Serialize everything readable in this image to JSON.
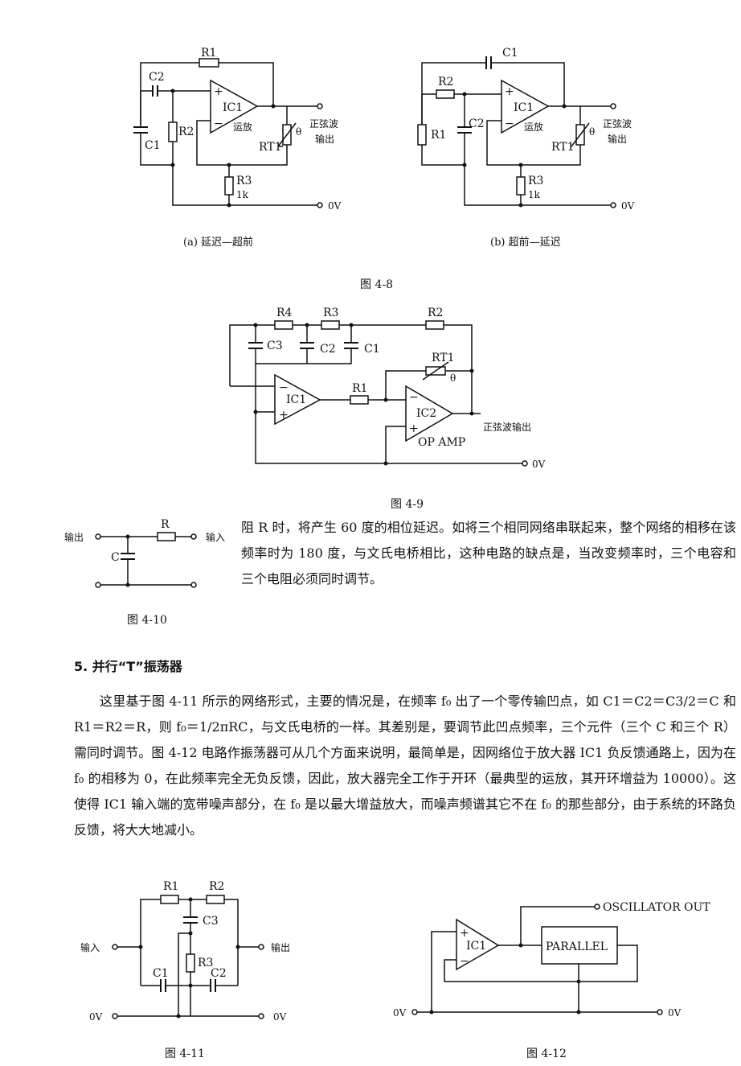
{
  "fig48": {
    "a": {
      "R1": "R1",
      "C2": "C2",
      "C1": "C1",
      "R2": "R2",
      "IC1": "IC1",
      "amp": "运放",
      "RT1": "RT1",
      "theta": "θ",
      "out1": "正弦波",
      "out2": "输出",
      "R3": "R3",
      "R3v": "1k",
      "zero": "0V",
      "plus": "+",
      "minus": "−",
      "caption": "(a) 延迟—超前"
    },
    "b": {
      "C1": "C1",
      "R2": "R2",
      "R1": "R1",
      "C2": "C2",
      "IC1": "IC1",
      "amp": "运放",
      "RT1": "RT1",
      "theta": "θ",
      "out1": "正弦波",
      "out2": "输出",
      "R3": "R3",
      "R3v": "1k",
      "zero": "0V",
      "plus": "+",
      "minus": "−",
      "caption": "(b) 超前—延迟"
    },
    "title": "图 4-8"
  },
  "fig49": {
    "R4": "R4",
    "R3": "R3",
    "R2": "R2",
    "C3": "C3",
    "C2": "C2",
    "C1": "C1",
    "RT1": "RT1",
    "theta": "θ",
    "IC1": "IC1",
    "R1": "R1",
    "IC2": "IC2",
    "opamp": "OP AMP",
    "out": "正弦波输出",
    "zero": "0V",
    "minus": "−",
    "plus": "+",
    "title": "图 4-9"
  },
  "fig410": {
    "out": "输出",
    "R": "R",
    "in": "输入",
    "C": "C",
    "title": "图 4-10"
  },
  "text1": "阻 R 时，将产生 60 度的相位延迟。如将三个相同网络串联起来，整个网络的相移在该频率时为 180 度，与文氏电桥相比，这种电路的缺点是，当改变频率时，三个电容和三个电阻必须同时调节。",
  "heading": "5. 并行“T”振荡器",
  "text2": "这里基于图 4-11 所示的网络形式，主要的情况是，在频率 f₀ 出了一个零传输凹点，如 C1＝C2＝C3/2＝C 和 R1＝R2＝R，则 f₀＝1/2πRC，与文氏电桥的一样。其差别是，要调节此凹点频率，三个元件（三个 C 和三个 R）需同时调节。图 4-12 电路作振荡器可从几个方面来说明，最简单是，因网络位于放大器 IC1 负反馈通路上，因为在 f₀ 的相移为 0，在此频率完全无负反馈，因此，放大器完全工作于开环（最典型的运放，其开环增益为 10000）。这使得 IC1 输入端的宽带噪声部分，在 f₀ 是以最大增益放大，而噪声频谱其它不在 f₀ 的那些部分，由于系统的环路负反馈，将大大地减小。",
  "fig411": {
    "R1": "R1",
    "R2": "R2",
    "C3": "C3",
    "in": "输入",
    "out": "输出",
    "R3": "R3",
    "C1": "C1",
    "C2": "C2",
    "zero1": "0V",
    "zero2": "0V",
    "title": "图 4-11"
  },
  "fig412": {
    "osc": "OSCILLATOR OUT",
    "IC1": "IC1",
    "plus": "+",
    "minus": "−",
    "block": "PARALLEL",
    "zero1": "0V",
    "zero2": "0V",
    "title": "图 4-12"
  }
}
